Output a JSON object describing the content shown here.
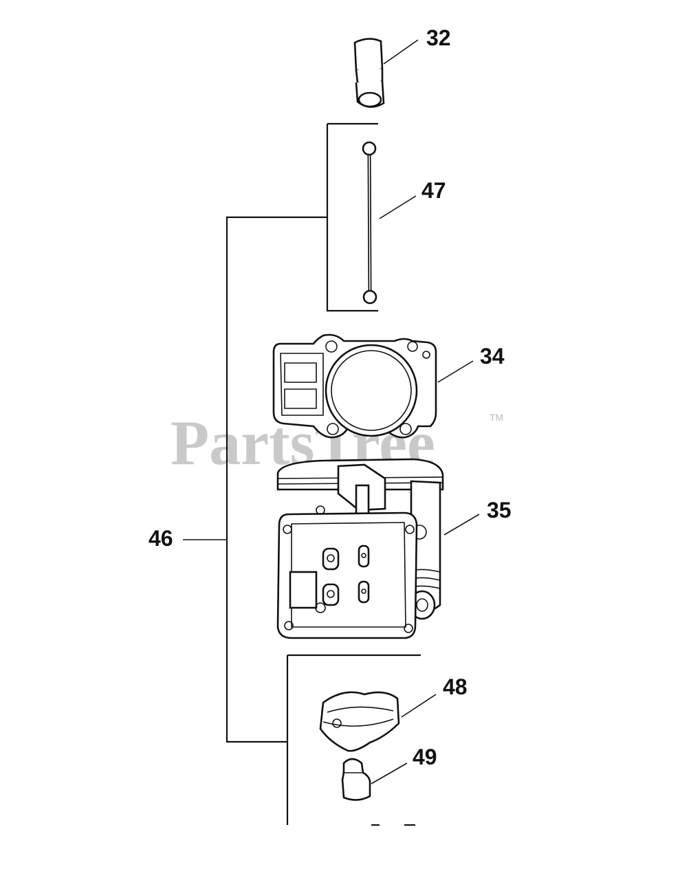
{
  "watermark": {
    "text": "PartsTree",
    "trademark": "TM"
  },
  "callouts": {
    "c32": "32",
    "c47": "47",
    "c34": "34",
    "c35": "35",
    "c46": "46",
    "c48": "48",
    "c49": "49"
  },
  "colors": {
    "ink": "#111111",
    "watermark": "#c9c9c9",
    "background": "#ffffff"
  }
}
